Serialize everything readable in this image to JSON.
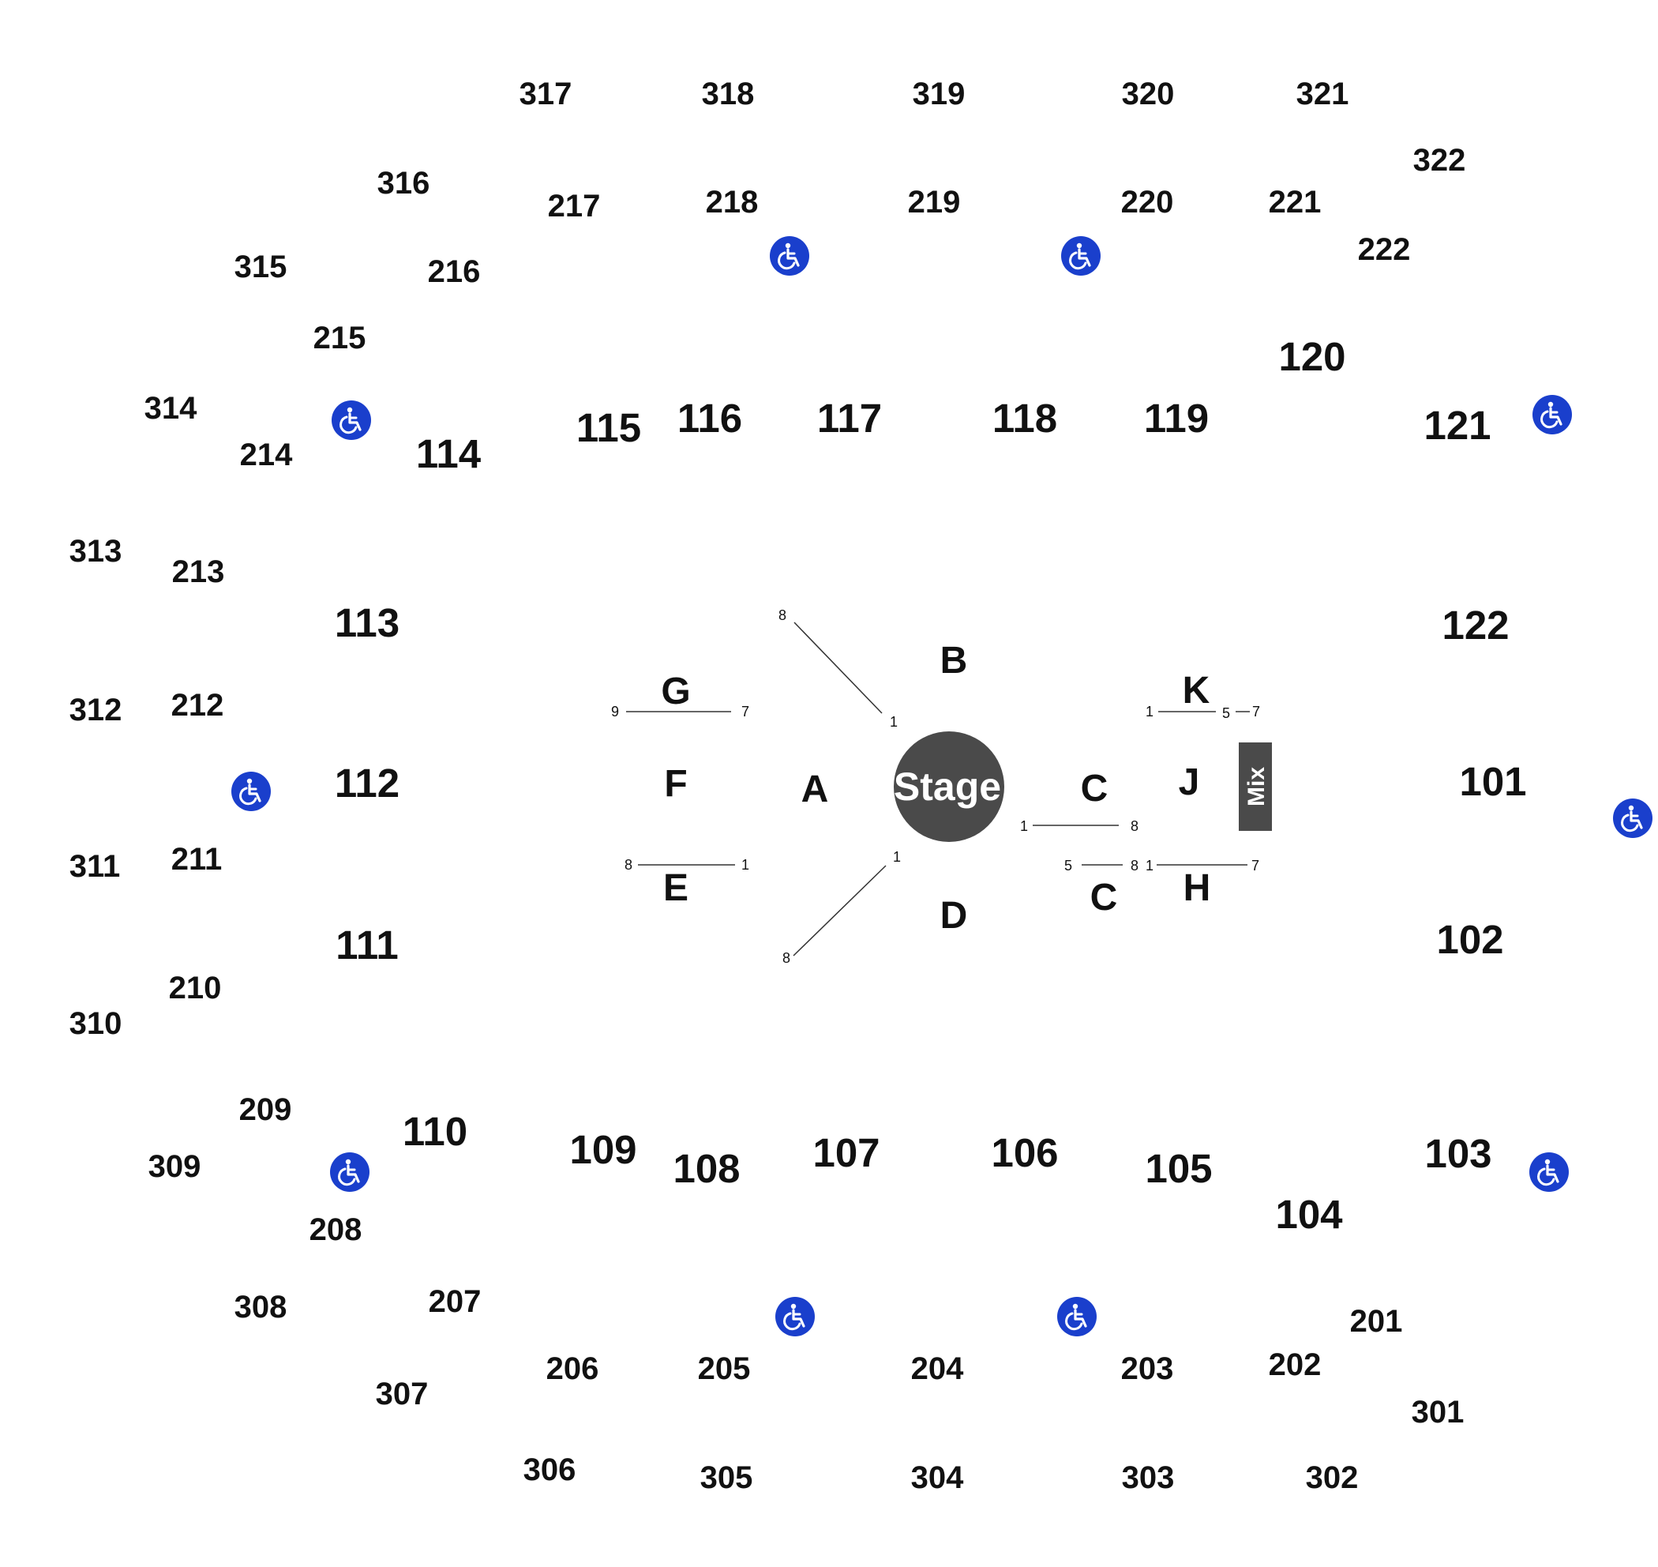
{
  "colors": {
    "text": "#111111",
    "stage": "#4a4a4a",
    "mix": "#4a4a4a",
    "accessible": "#1a3fcc"
  },
  "stage": {
    "label": "Stage"
  },
  "mix": {
    "label": "Mix"
  },
  "floor_sections": [
    "A",
    "B",
    "C",
    "C",
    "D",
    "E",
    "F",
    "G",
    "H",
    "J",
    "K"
  ],
  "lower_sections": [
    "101",
    "102",
    "103",
    "104",
    "105",
    "106",
    "107",
    "108",
    "109",
    "110",
    "111",
    "112",
    "113",
    "114",
    "115",
    "116",
    "117",
    "118",
    "119",
    "120",
    "121",
    "122"
  ],
  "mid_sections": [
    "201",
    "202",
    "203",
    "204",
    "205",
    "206",
    "207",
    "208",
    "209",
    "210",
    "211",
    "212",
    "213",
    "214",
    "215",
    "216",
    "217",
    "218",
    "219",
    "220",
    "221",
    "222"
  ],
  "upper_sections": [
    "301",
    "302",
    "303",
    "304",
    "305",
    "306",
    "307",
    "308",
    "309",
    "310",
    "311",
    "312",
    "313",
    "314",
    "315",
    "316",
    "317",
    "318",
    "319",
    "320",
    "321",
    "322"
  ],
  "row_numbers": {
    "g_left": "9",
    "g_right": "7",
    "e_left": "8",
    "e_right": "1",
    "a_top_outer": "8",
    "a_top_inner": "1",
    "a_bottom_inner": "1",
    "a_bottom_outer": "8",
    "c_top_left": "1",
    "c_top_right": "8",
    "c_bottom_left": "5",
    "c_bottom_right": "8",
    "h_left": "1",
    "h_right": "7",
    "k_left": "1",
    "k_mid": "5",
    "k_right": "7"
  },
  "accessible_icon": "wheelchair-icon"
}
